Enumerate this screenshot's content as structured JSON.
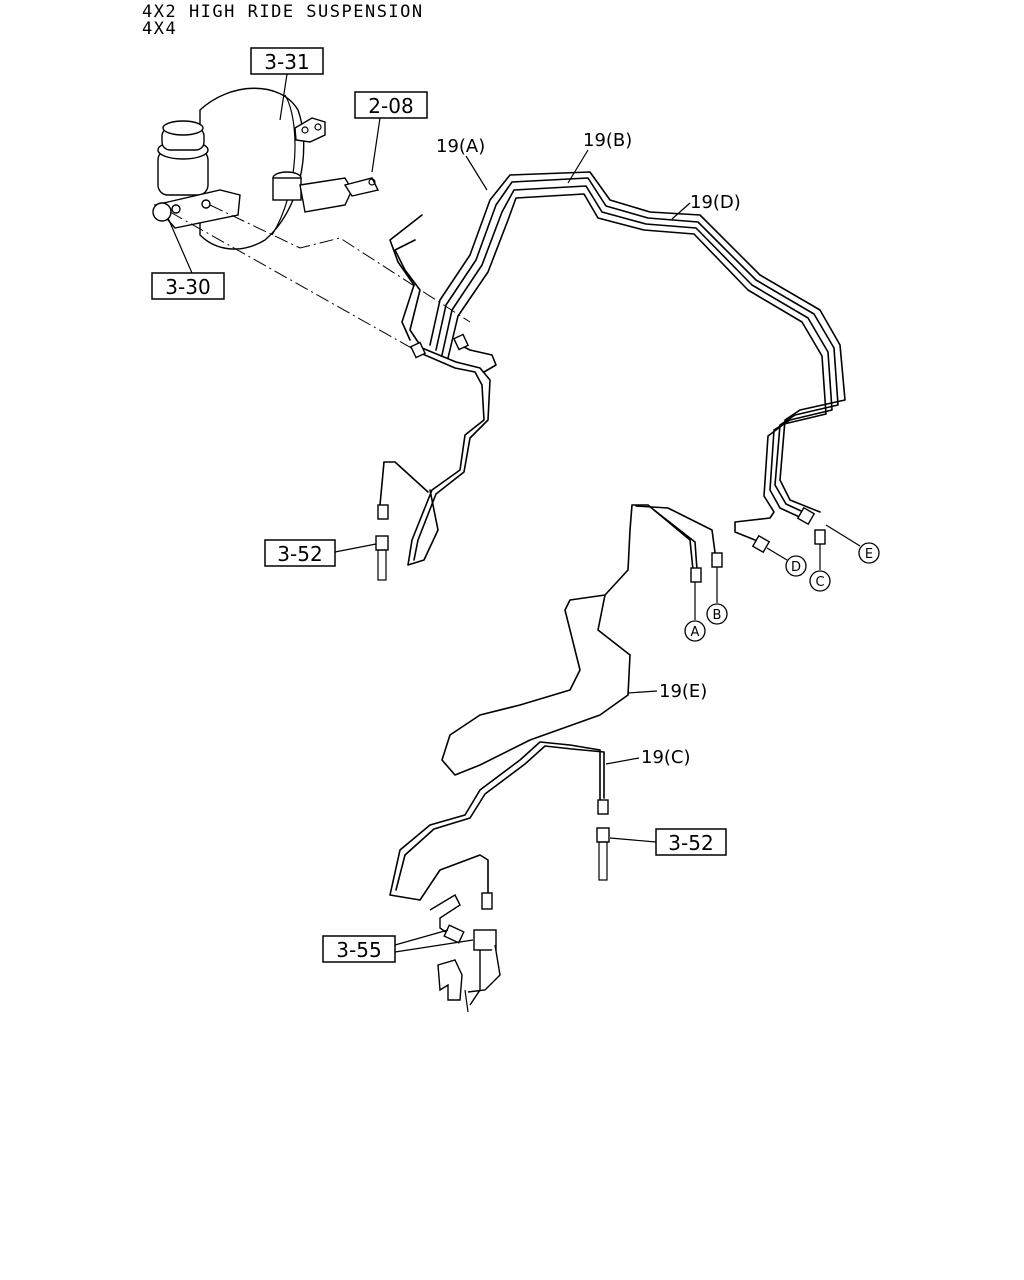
{
  "header": {
    "line1": "4X2 HIGH RIDE SUSPENSION",
    "line2": "4X4"
  },
  "callouts": {
    "c331": "3-31",
    "c208": "2-08",
    "c330": "3-30",
    "c352a": "3-52",
    "c352b": "3-52",
    "c355": "3-55"
  },
  "pipes": {
    "pA": "19(A)",
    "pB": "19(B)",
    "pD": "19(D)",
    "pE": "19(E)",
    "pC": "19(C)"
  },
  "ends": {
    "A": "A",
    "B": "B",
    "C": "C",
    "D": "D",
    "E": "E"
  }
}
